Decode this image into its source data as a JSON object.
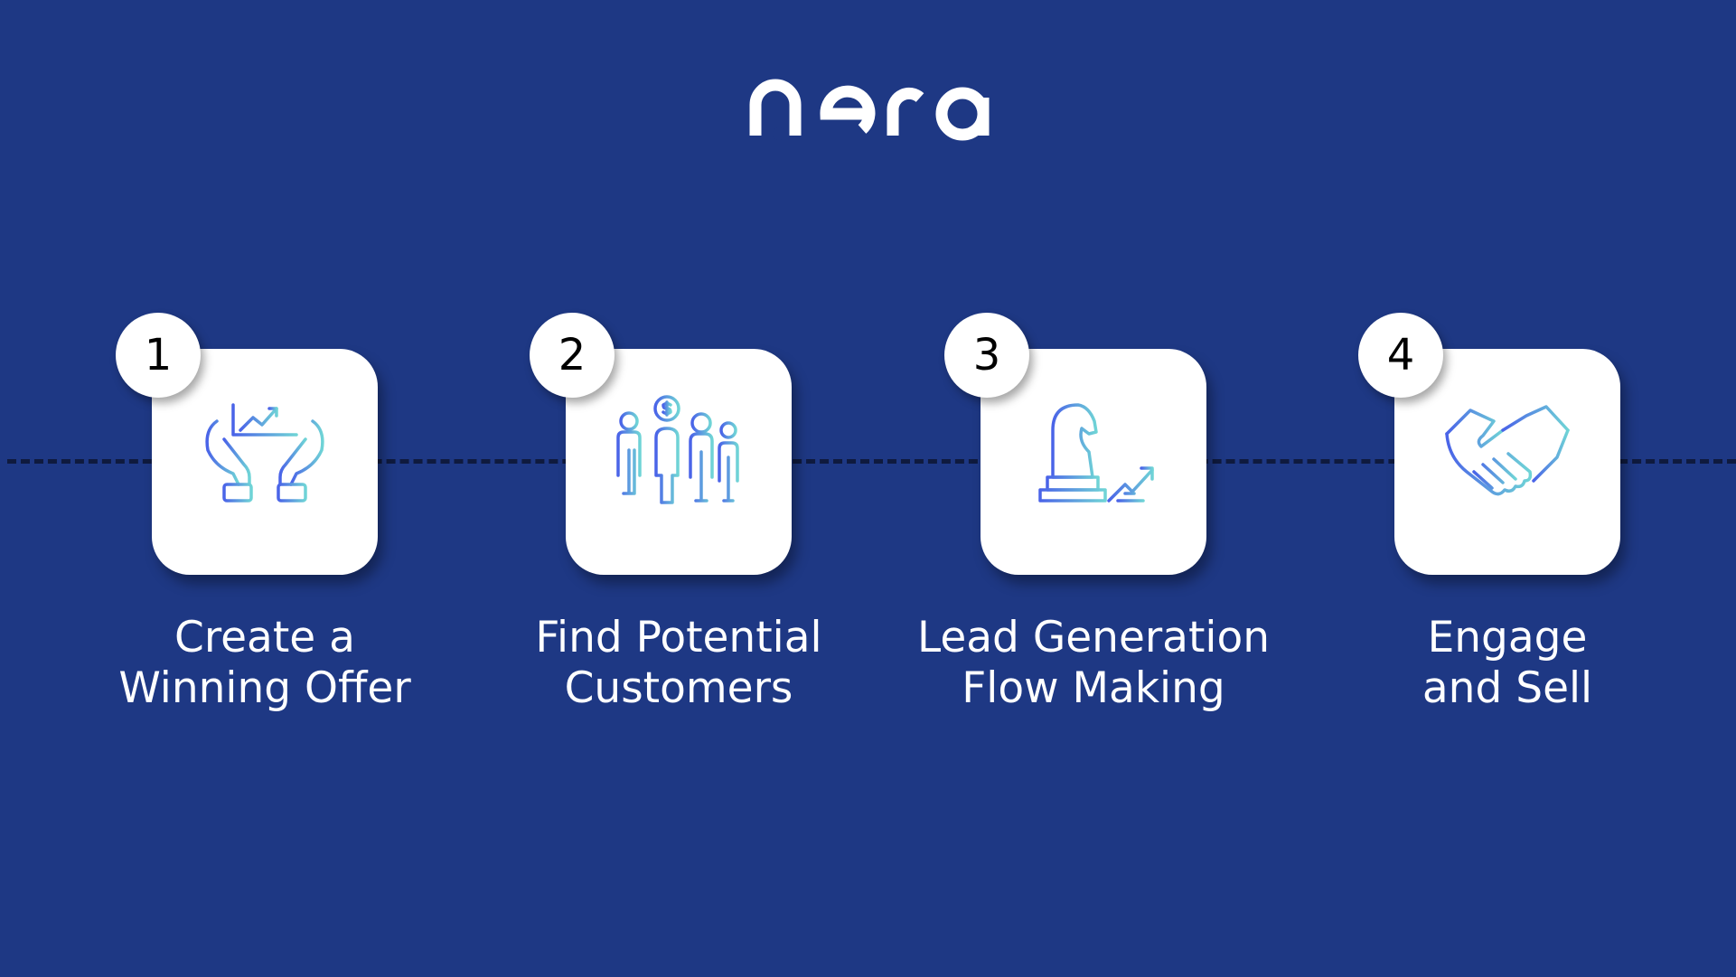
{
  "brand": {
    "name": "nera",
    "logo_icon": "nera-wordmark-logo",
    "background_color": "#1e3884",
    "icon_gradient": [
      "#4a63e8",
      "#6fd4d6"
    ]
  },
  "steps": [
    {
      "number": "1",
      "line1": "Create a",
      "line2": "Winning Offer",
      "icon": "hands-growth-chart-icon"
    },
    {
      "number": "2",
      "line1": "Find Potential",
      "line2": "Customers",
      "icon": "people-group-dollar-icon"
    },
    {
      "number": "3",
      "line1": "Lead Generation",
      "line2": "Flow Making",
      "icon": "chess-knight-growth-icon"
    },
    {
      "number": "4",
      "line1": "Engage",
      "line2": "and Sell",
      "icon": "handshake-icon"
    }
  ]
}
